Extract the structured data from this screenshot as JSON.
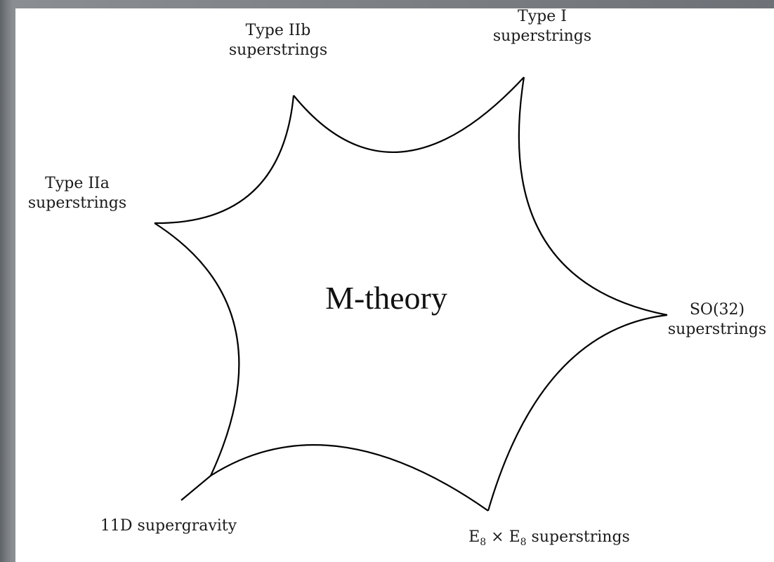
{
  "diagram": {
    "center": "M-theory",
    "vertices": [
      {
        "id": "type-iib",
        "lines": [
          "Type IIb",
          "superstrings"
        ]
      },
      {
        "id": "type-i",
        "lines": [
          "Type I",
          "superstrings"
        ]
      },
      {
        "id": "so32",
        "lines": [
          "SO(32)",
          "superstrings"
        ]
      },
      {
        "id": "e8e8",
        "e": "E",
        "sub": "8",
        "times": "×",
        "rest": "superstrings"
      },
      {
        "id": "11d",
        "lines": [
          "11D supergravity"
        ]
      },
      {
        "id": "type-iia",
        "lines": [
          "Type IIa",
          "superstrings"
        ]
      }
    ]
  },
  "colors": {
    "border": "#6f7378",
    "canvas": "#ffffff",
    "stroke": "#000000"
  }
}
